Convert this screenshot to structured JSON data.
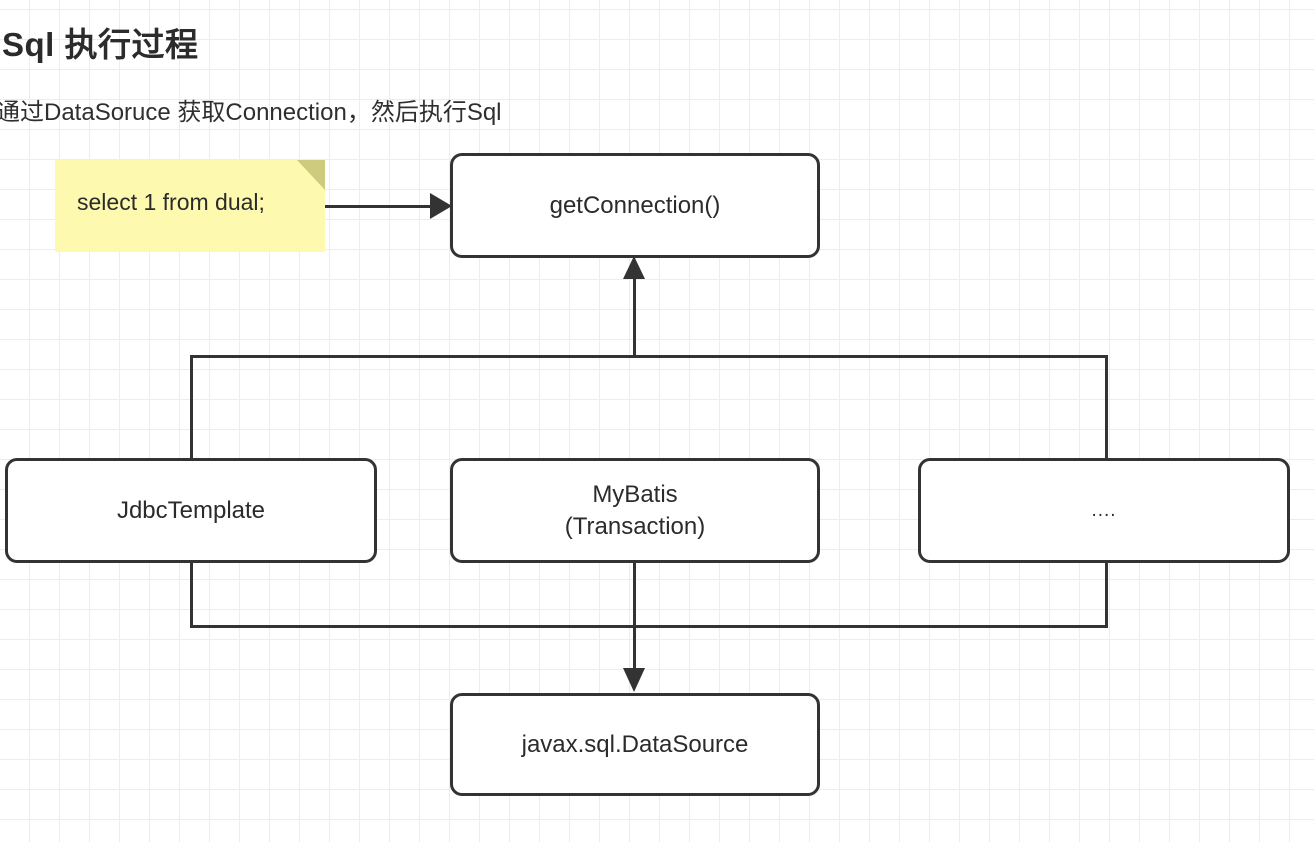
{
  "header": {
    "title": "Sql 执行过程",
    "subtitle": "通过DataSoruce 获取Connection，然后执行Sql"
  },
  "note": {
    "text": "select 1 from dual;",
    "fill_color": "#fdfab0",
    "fold_color": "#cfcb7c"
  },
  "nodes": {
    "get_connection": "getConnection()",
    "jdbc_template": "JdbcTemplate",
    "mybatis": "MyBatis\n(Transaction)",
    "others": "....",
    "datasource": "javax.sql.DataSource"
  },
  "style": {
    "node_border_color": "#333333",
    "node_fill_color": "#ffffff",
    "connector_color": "#333333",
    "grid_color": "#ededed",
    "text_color": "#2b2b2b"
  }
}
